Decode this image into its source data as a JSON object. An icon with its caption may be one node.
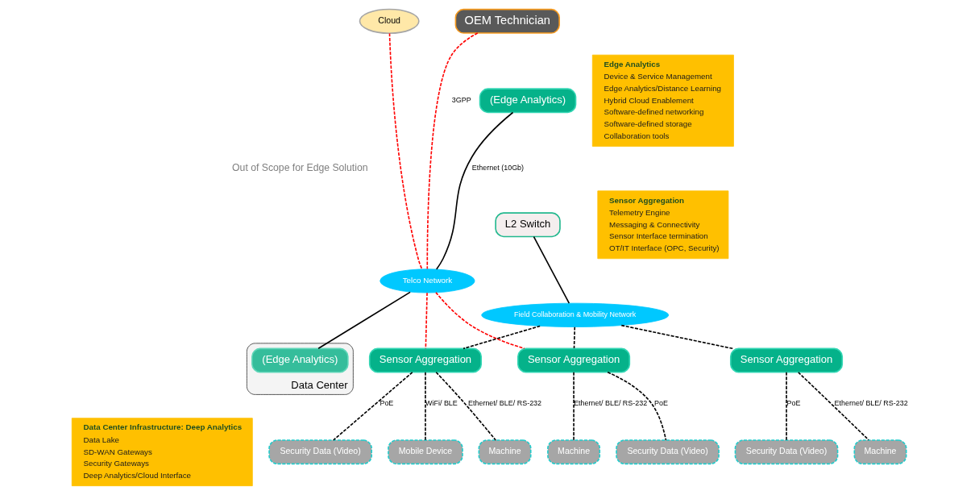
{
  "diagram": {
    "nodes": [
      {
        "text": [
          "OEM Technician"
        ]
      },
      {
        "text": [
          "Cloud"
        ]
      },
      {
        "text": [
          "(Edge Analytics)"
        ]
      },
      {
        "text": [
          "L2 Switch"
        ]
      },
      {
        "text": [
          "Field Collaboration & Mobility Network"
        ]
      },
      {
        "text": [
          "Telco Network"
        ]
      },
      {
        "text": [
          "Data Center"
        ]
      },
      {
        "text": [
          "(Edge Analytics)"
        ],
        "in": 6
      },
      {
        "text": [
          "Sensor Aggregation"
        ]
      },
      {
        "text": [
          "Sensor Aggregation"
        ]
      },
      {
        "text": [
          "Sensor Aggregation"
        ]
      },
      {
        "text": [
          "Machine"
        ]
      },
      {
        "text": [
          "Security Data (Video)"
        ]
      },
      {
        "text": [
          "Mobile Device"
        ]
      },
      {
        "text": [
          "Security Data (Video)"
        ]
      },
      {
        "text": [
          "Machine"
        ]
      },
      {
        "text": [
          "Security Data (Video)"
        ]
      },
      {
        "text": [
          "Machine"
        ]
      },
      {
        "text": [
          "Edge Analytics",
          "Device & Service Management",
          "Edge Analytics/Distance Learning",
          "Hybrid Cloud Enablement",
          "Software-defined networking",
          "Software-defined storage",
          "Collaboration tools"
        ]
      },
      {
        "text": [
          "Sensor Aggregation",
          "Telemetry Engine",
          "Messaging & Connectivity",
          "Sensor Interface termination",
          "OT/IT Interface (OPC, Security)"
        ]
      },
      {
        "text": [
          "Data Center Infrastructure: Deep Analytics",
          "Data Lake",
          "SD-WAN Gateways",
          "Security Gateways",
          "Deep Analytics/Cloud Interface"
        ]
      }
    ],
    "edges": [
      {
        "from": 0,
        "to": 5,
        "arrow": "none",
        "label": "3GPP",
        "style": "dashed",
        "color": "#ff0000"
      },
      {
        "from": 1,
        "to": 5,
        "arrow": "none",
        "style": "dashed",
        "color": "#ff0000"
      },
      {
        "from": 2,
        "to": 5,
        "arrow": "none",
        "label": "Ethernet (10Gb)"
      },
      {
        "from": 3,
        "to": 4,
        "arrow": "none"
      },
      {
        "from": 5,
        "to": 7,
        "arrow": "none"
      },
      {
        "from": 5,
        "to": 8,
        "arrow": "none",
        "style": "dashed",
        "color": "#ff0000"
      },
      {
        "from": 5,
        "to": 10,
        "arrow": "none",
        "style": "dashed",
        "color": "#ff0000"
      },
      {
        "from": 4,
        "to": 8,
        "arrow": "none",
        "style": "dashed"
      },
      {
        "from": 4,
        "to": 9,
        "arrow": "none",
        "style": "dashed"
      },
      {
        "from": 4,
        "to": 10,
        "arrow": "none",
        "style": "dashed"
      },
      {
        "from": 8,
        "to": 11,
        "arrow": "none",
        "style": "dashed",
        "label": "Ethernet/ BLE/ RS-232"
      },
      {
        "from": 8,
        "to": 12,
        "arrow": "none",
        "style": "dashed",
        "label": "PoE"
      },
      {
        "from": 8,
        "to": 13,
        "arrow": "none",
        "style": "dashed",
        "label": "WiFi/ BLE"
      },
      {
        "from": 9,
        "to": 14,
        "arrow": "none",
        "style": "dashed",
        "label": "PoE"
      },
      {
        "from": 9,
        "to": 15,
        "arrow": "none",
        "style": "dashed",
        "label": "Ethernet/ BLE/ RS-232"
      },
      {
        "from": 10,
        "to": 16,
        "arrow": "none",
        "style": "dashed",
        "label": "PoE"
      },
      {
        "from": 10,
        "to": 17,
        "arrow": "none",
        "style": "dashed",
        "label": "Ethernet/ BLE/ RS-232"
      }
    ],
    "labels": [
      "Out of Scope for Edge Solution"
    ]
  }
}
